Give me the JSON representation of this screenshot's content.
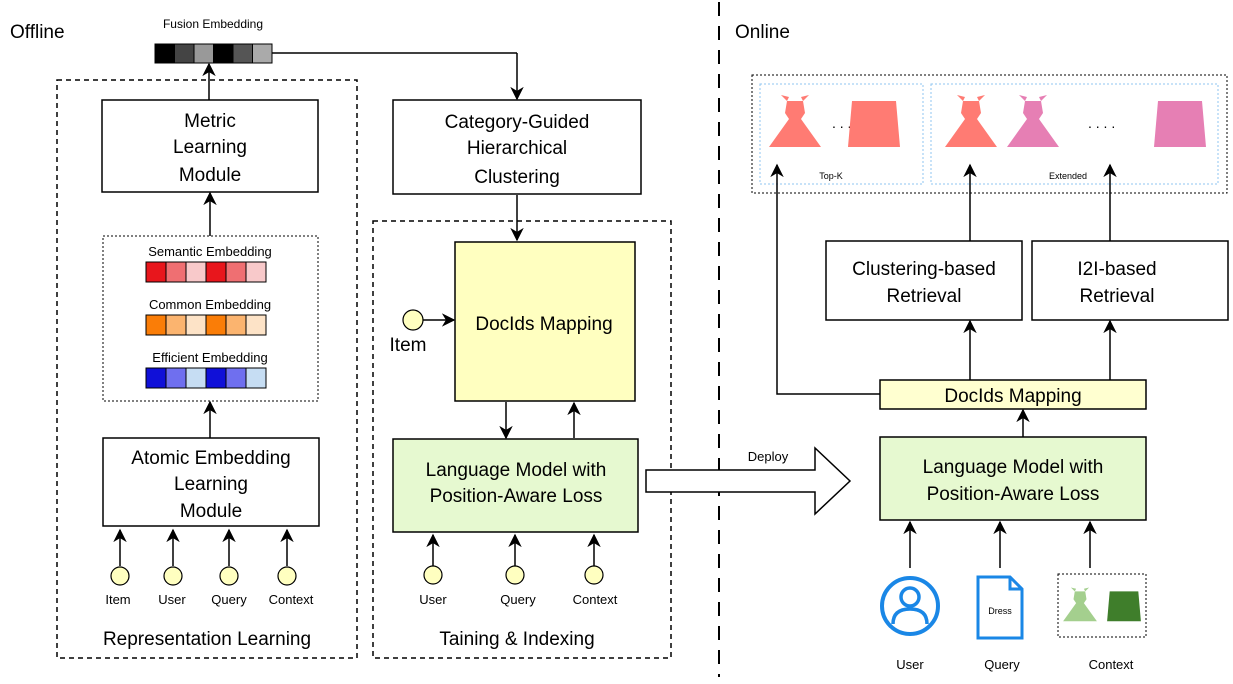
{
  "offline": {
    "section_label": "Offline",
    "fusion_embedding": {
      "label": "Fusion Embedding",
      "cells": [
        "#000000",
        "#444444",
        "#999999",
        "#000000",
        "#555555",
        "#aaaaaa"
      ]
    },
    "representation": {
      "title": "Representation Learning",
      "metric_module": [
        "Metric",
        "Learning",
        "Module"
      ],
      "atomic_module": [
        "Atomic Embedding",
        "Learning",
        "Module"
      ],
      "embeddings": [
        {
          "label": "Semantic Embedding",
          "cells": [
            "#e8161c",
            "#ef6f72",
            "#f8c9ca",
            "#e8161c",
            "#ef6f72",
            "#f8c9ca"
          ]
        },
        {
          "label": "Common Embedding",
          "cells": [
            "#fa7d07",
            "#fbb46f",
            "#fde3c7",
            "#fa7d07",
            "#fbb46f",
            "#fde3c7"
          ]
        },
        {
          "label": "Efficient Embedding",
          "cells": [
            "#1010d8",
            "#6f6fef",
            "#c6ddf3",
            "#1010d8",
            "#6f6fef",
            "#c6ddf3"
          ]
        }
      ],
      "inputs": [
        "Item",
        "User",
        "Query",
        "Context"
      ]
    },
    "clustering": [
      "Category-Guided",
      "Hierarchical",
      "Clustering"
    ],
    "training": {
      "title": "Taining & Indexing",
      "docids_mapping": "DocIds Mapping",
      "item_label": "Item",
      "language_model": [
        "Language Model with",
        "Position-Aware Loss"
      ],
      "inputs": [
        "User",
        "Query",
        "Context"
      ]
    }
  },
  "deploy_label": "Deploy",
  "online": {
    "section_label": "Online",
    "results": {
      "topk_label": "Top-K",
      "extended_label": "Extended",
      "dots_1": ". . . .",
      "dots_2": ". . . ."
    },
    "clustering_retrieval": [
      "Clustering-based",
      "Retrieval"
    ],
    "i2i_retrieval": [
      "I2I-based",
      "Retrieval"
    ],
    "docids_mapping": "DocIds Mapping",
    "language_model": [
      "Language Model with",
      "Position-Aware Loss"
    ],
    "inputs": {
      "user": "User",
      "query": "Query",
      "query_doc_text": "Dress",
      "context": "Context"
    }
  },
  "colors": {
    "node_yellow": "#ffffc0",
    "docids_fill": "#ffffd0",
    "lm_fill": "#e6f9d0",
    "lm_stroke": "#82b366",
    "dress_red": "#ff7b73",
    "dress_pink": "#e67fb4",
    "user_blue": "#1a87e6",
    "ctx_light_green": "#a4cf8e",
    "ctx_dark_green": "#3f7e2b"
  }
}
